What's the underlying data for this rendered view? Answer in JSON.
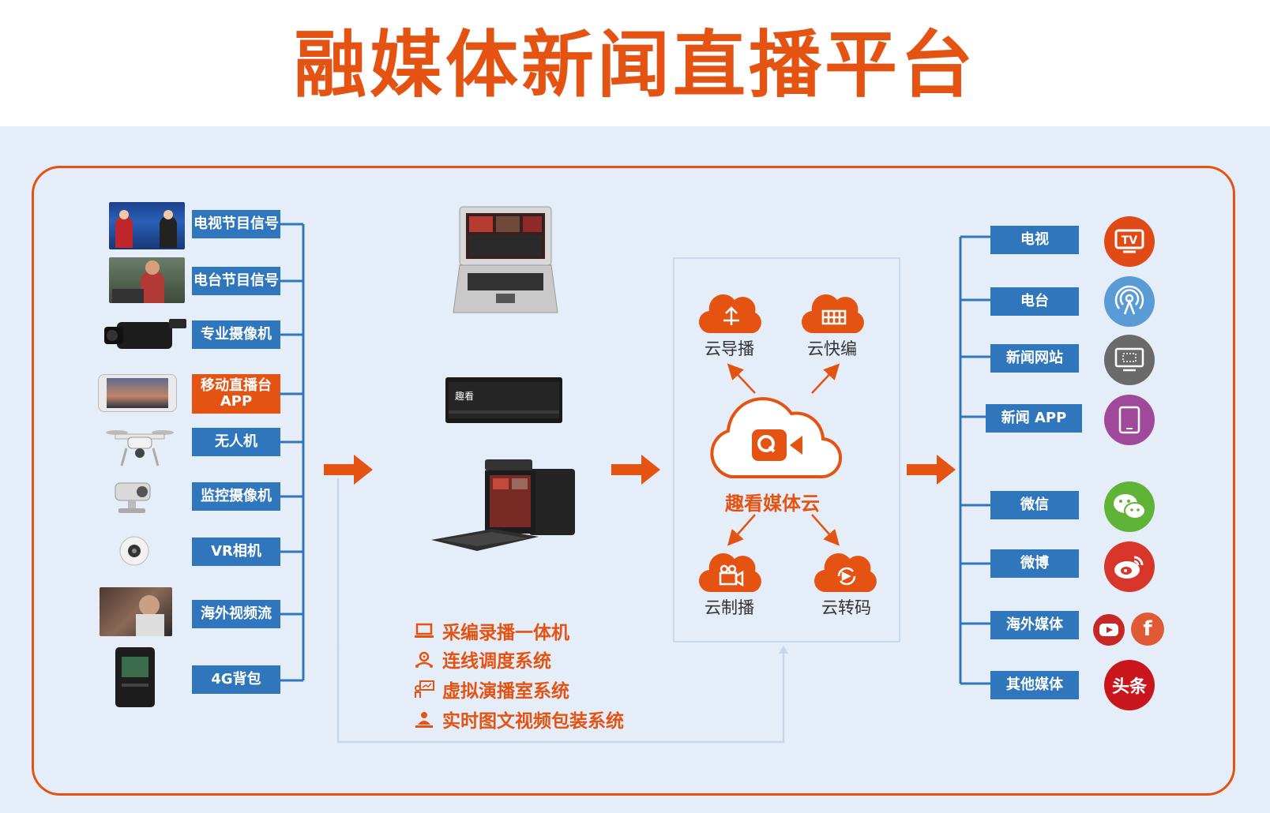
{
  "title": "融媒体新闻直播平台",
  "inputs": [
    {
      "label": "电视节目信号"
    },
    {
      "label": "电台节目信号"
    },
    {
      "label": "专业摄像机"
    },
    {
      "label": "移动直播台 APP"
    },
    {
      "label": "无人机"
    },
    {
      "label": "监控摄像机"
    },
    {
      "label": "VR相机"
    },
    {
      "label": "海外视频流"
    },
    {
      "label": "4G背包"
    }
  ],
  "device_brand": "趣看",
  "features": [
    {
      "label": "采编录播一体机",
      "icon": "laptop-icon"
    },
    {
      "label": "连线调度系统",
      "icon": "dispatch-icon"
    },
    {
      "label": "虚拟演播室系统",
      "icon": "presenter-icon"
    },
    {
      "label": "实时图文视频包装系统",
      "icon": "graphics-icon"
    }
  ],
  "cloud": {
    "name": "趣看媒体云",
    "services": [
      {
        "label": "云导播",
        "icon": "cloud-director-icon"
      },
      {
        "label": "云快编",
        "icon": "cloud-edit-icon"
      },
      {
        "label": "云制播",
        "icon": "cloud-produce-icon"
      },
      {
        "label": "云转码",
        "icon": "cloud-transcode-icon"
      }
    ]
  },
  "outputs": [
    {
      "label": "电视",
      "icon": "tv-icon",
      "color": "#e04a16"
    },
    {
      "label": "电台",
      "icon": "radio-icon",
      "color": "#5b9bd5"
    },
    {
      "label": "新闻网站",
      "icon": "monitor-icon",
      "color": "#6a6a6a"
    },
    {
      "label": "新闻 APP",
      "icon": "tablet-icon",
      "color": "#a0489a"
    },
    {
      "label": "微信",
      "icon": "wechat-icon",
      "color": "#5fb336"
    },
    {
      "label": "微博",
      "icon": "weibo-icon",
      "color": "#d8352b"
    },
    {
      "label": "海外媒体",
      "icon": "youtube-facebook-icon",
      "color": "#c62828"
    },
    {
      "label": "其他媒体",
      "icon": "toutiao-icon",
      "color": "#c9161d",
      "text": "头条"
    }
  ],
  "colors": {
    "accent": "#e55313",
    "label_blue": "#2f76bc",
    "line_blue": "#2f76bc",
    "background": "#e5edf8"
  }
}
